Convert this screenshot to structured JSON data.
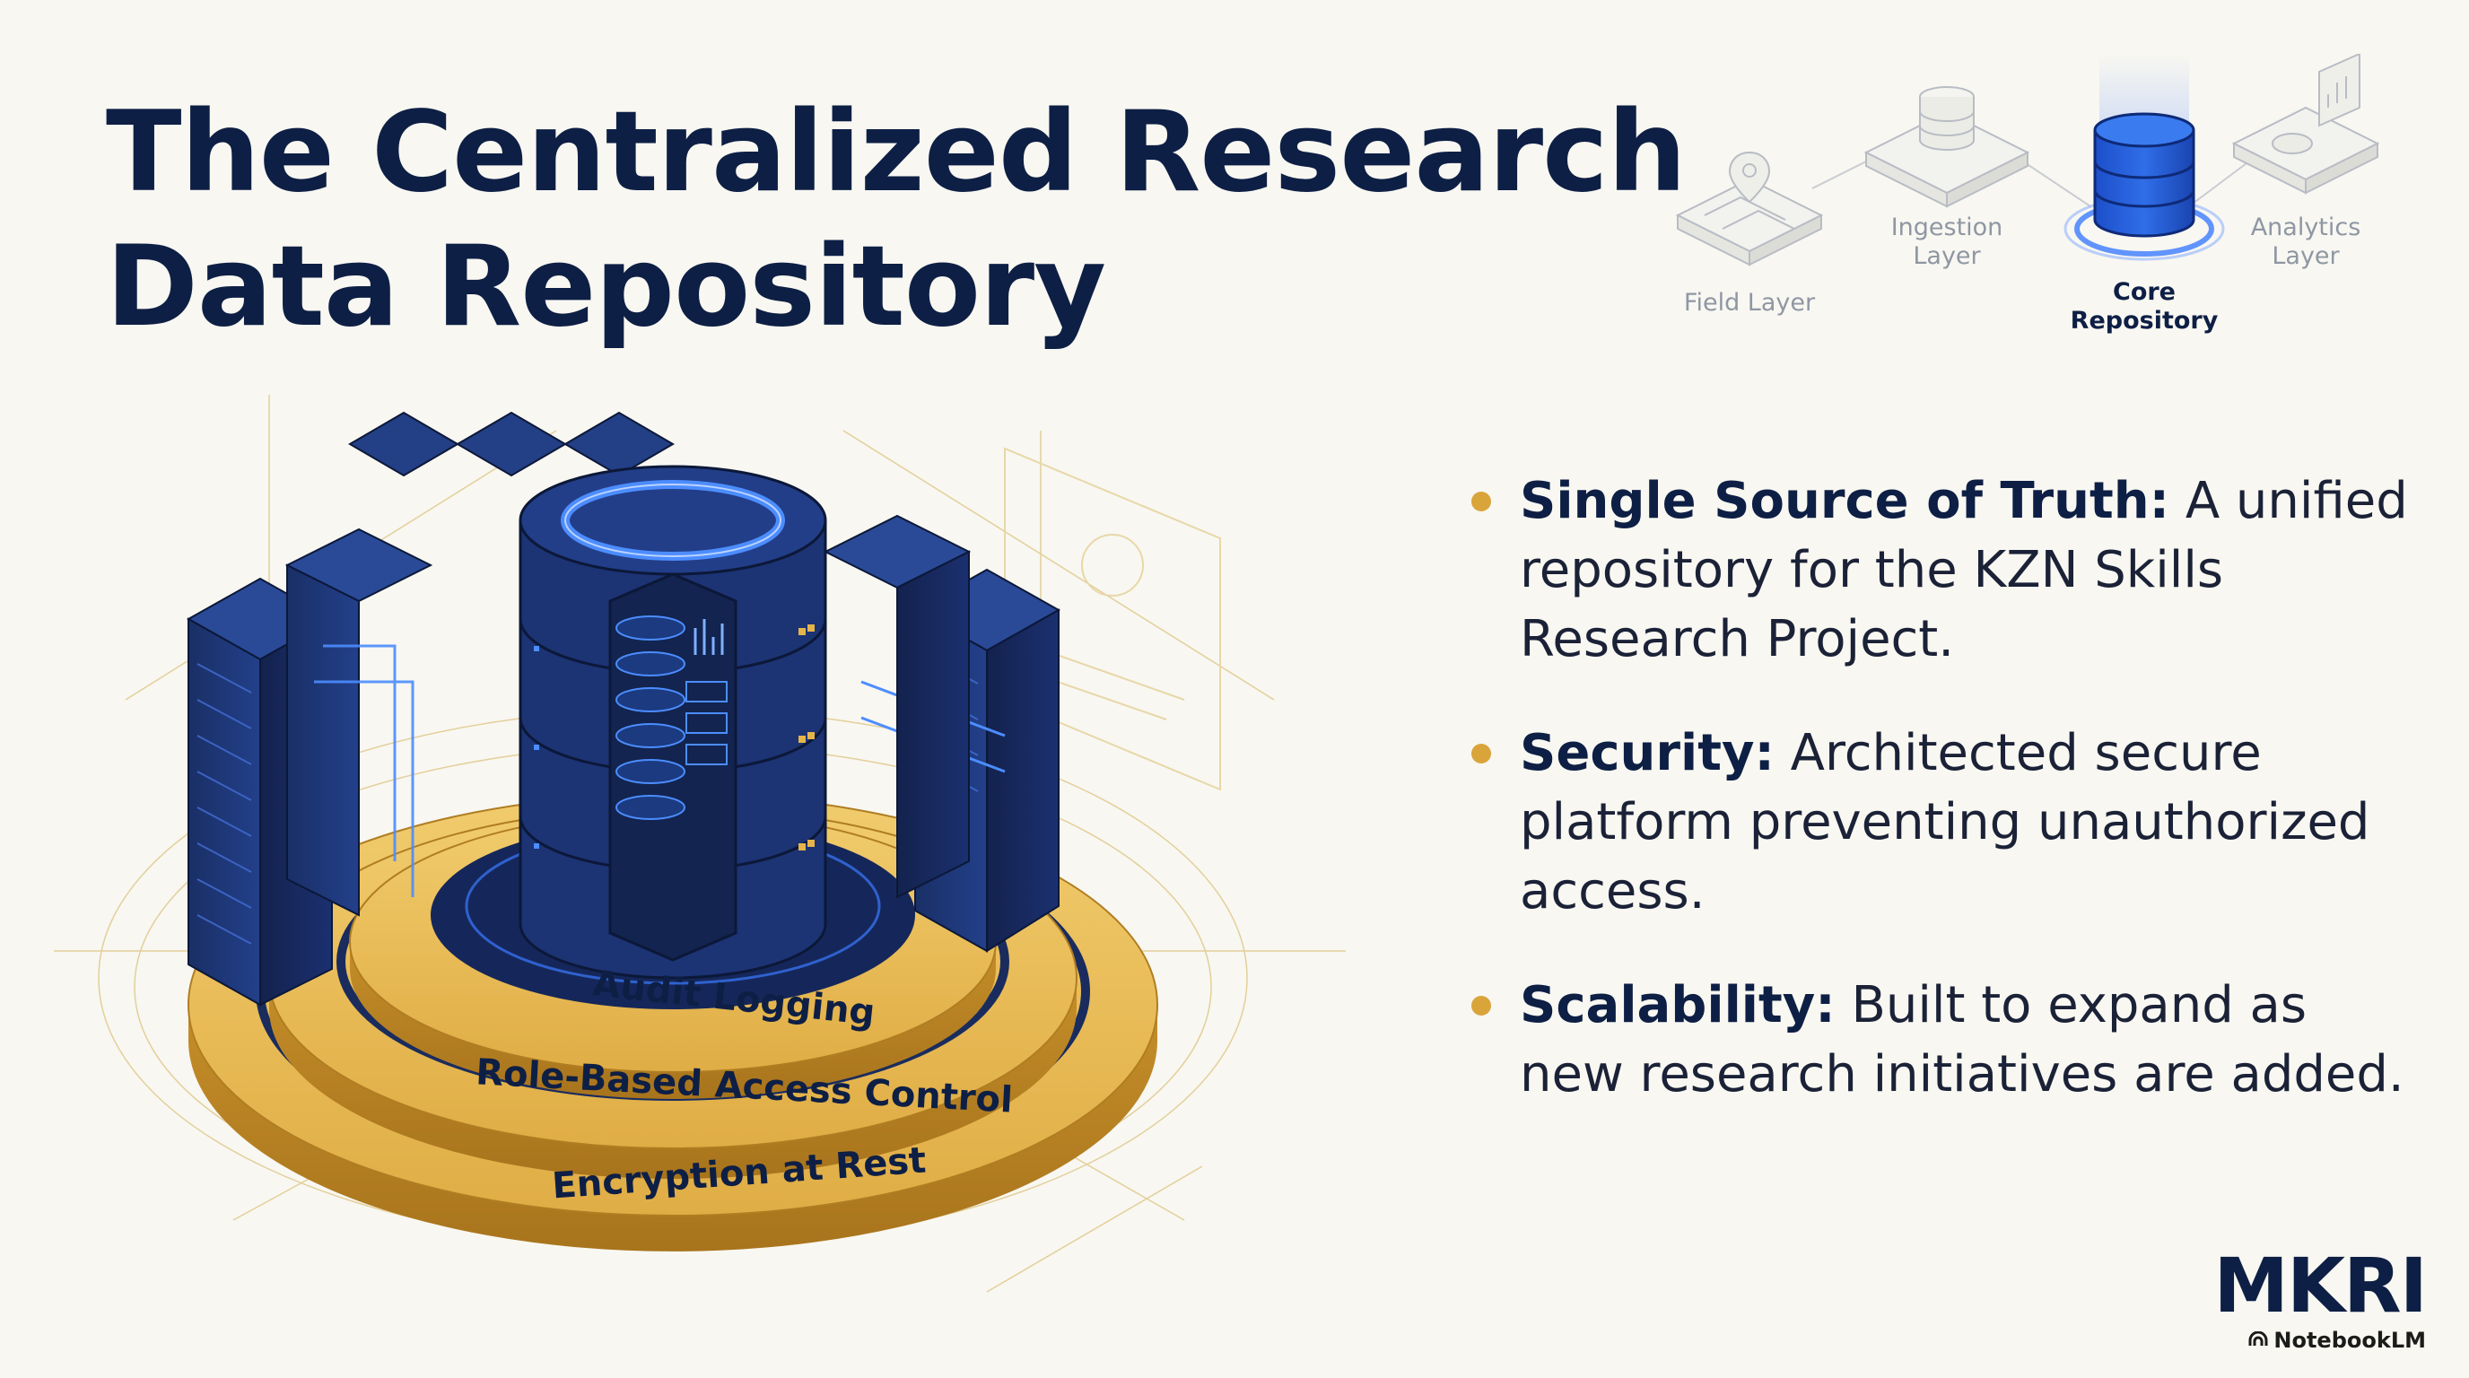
{
  "title": {
    "line1": "The Centralized Research",
    "line2": "Data Repository"
  },
  "pipeline": {
    "stages": [
      {
        "label_lines": [
          "Field Layer"
        ],
        "icon": "map-pin-icon"
      },
      {
        "label_lines": [
          "Ingestion",
          "Layer"
        ],
        "icon": "database-icon"
      },
      {
        "label_lines": [
          "Core",
          "Repository"
        ],
        "icon": "core-database-icon",
        "highlighted": true
      },
      {
        "label_lines": [
          "Analytics",
          "Layer"
        ],
        "icon": "analytics-chart-icon"
      }
    ]
  },
  "illustration": {
    "ring_labels": [
      "Audit Logging",
      "Role-Based Access Control",
      "Encryption at Rest"
    ]
  },
  "bullets": [
    {
      "heading": "Single Source of Truth:",
      "text": " A unified repository for the KZN Skills Research Project."
    },
    {
      "heading": "Security:",
      "text": " Architected secure platform preventing unauthorized access."
    },
    {
      "heading": "Scalability:",
      "text": " Built to expand as new research initiatives are added."
    }
  ],
  "logo": {
    "main": "MKRI",
    "sub": "NotebookLM"
  },
  "colors": {
    "navy": "#0e1f45",
    "accent_gold": "#d9a43a",
    "accent_blue": "#2f6ee8",
    "background": "#f8f7f1"
  }
}
